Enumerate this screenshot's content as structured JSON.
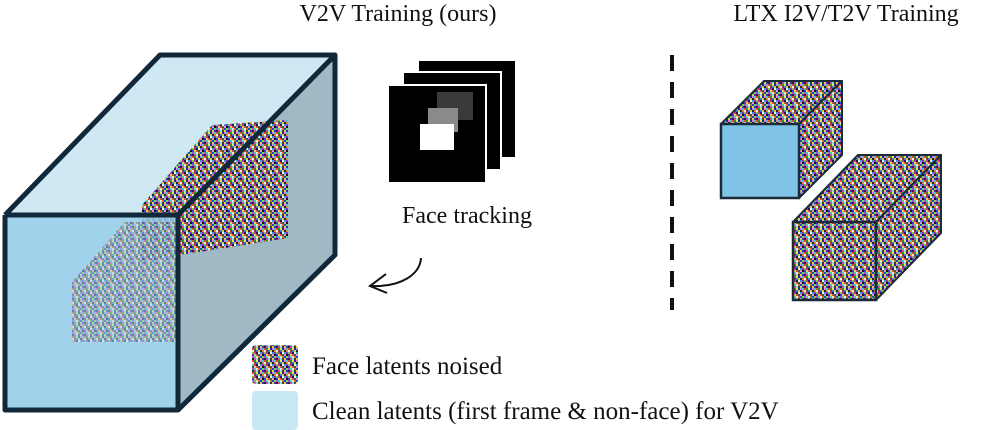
{
  "titles": {
    "left": "V2V Training (ours)",
    "right": "LTX I2V/T2V Training"
  },
  "labels": {
    "face_tracking": "Face tracking"
  },
  "legend": {
    "noised": "Face latents noised",
    "clean": "Clean latents (first frame & non-face) for V2V"
  },
  "colors": {
    "clean_front": "#8fcbe8",
    "clean_top": "#cfe9f4",
    "clean_side": "#9fbac4",
    "frame_edge": "#11283a",
    "ltx_first_frame": "#7fc4e6"
  },
  "icons": {
    "arrow": "curved-arrow-icon",
    "noise": "noise-texture-icon",
    "clean": "clean-swatch-icon"
  }
}
